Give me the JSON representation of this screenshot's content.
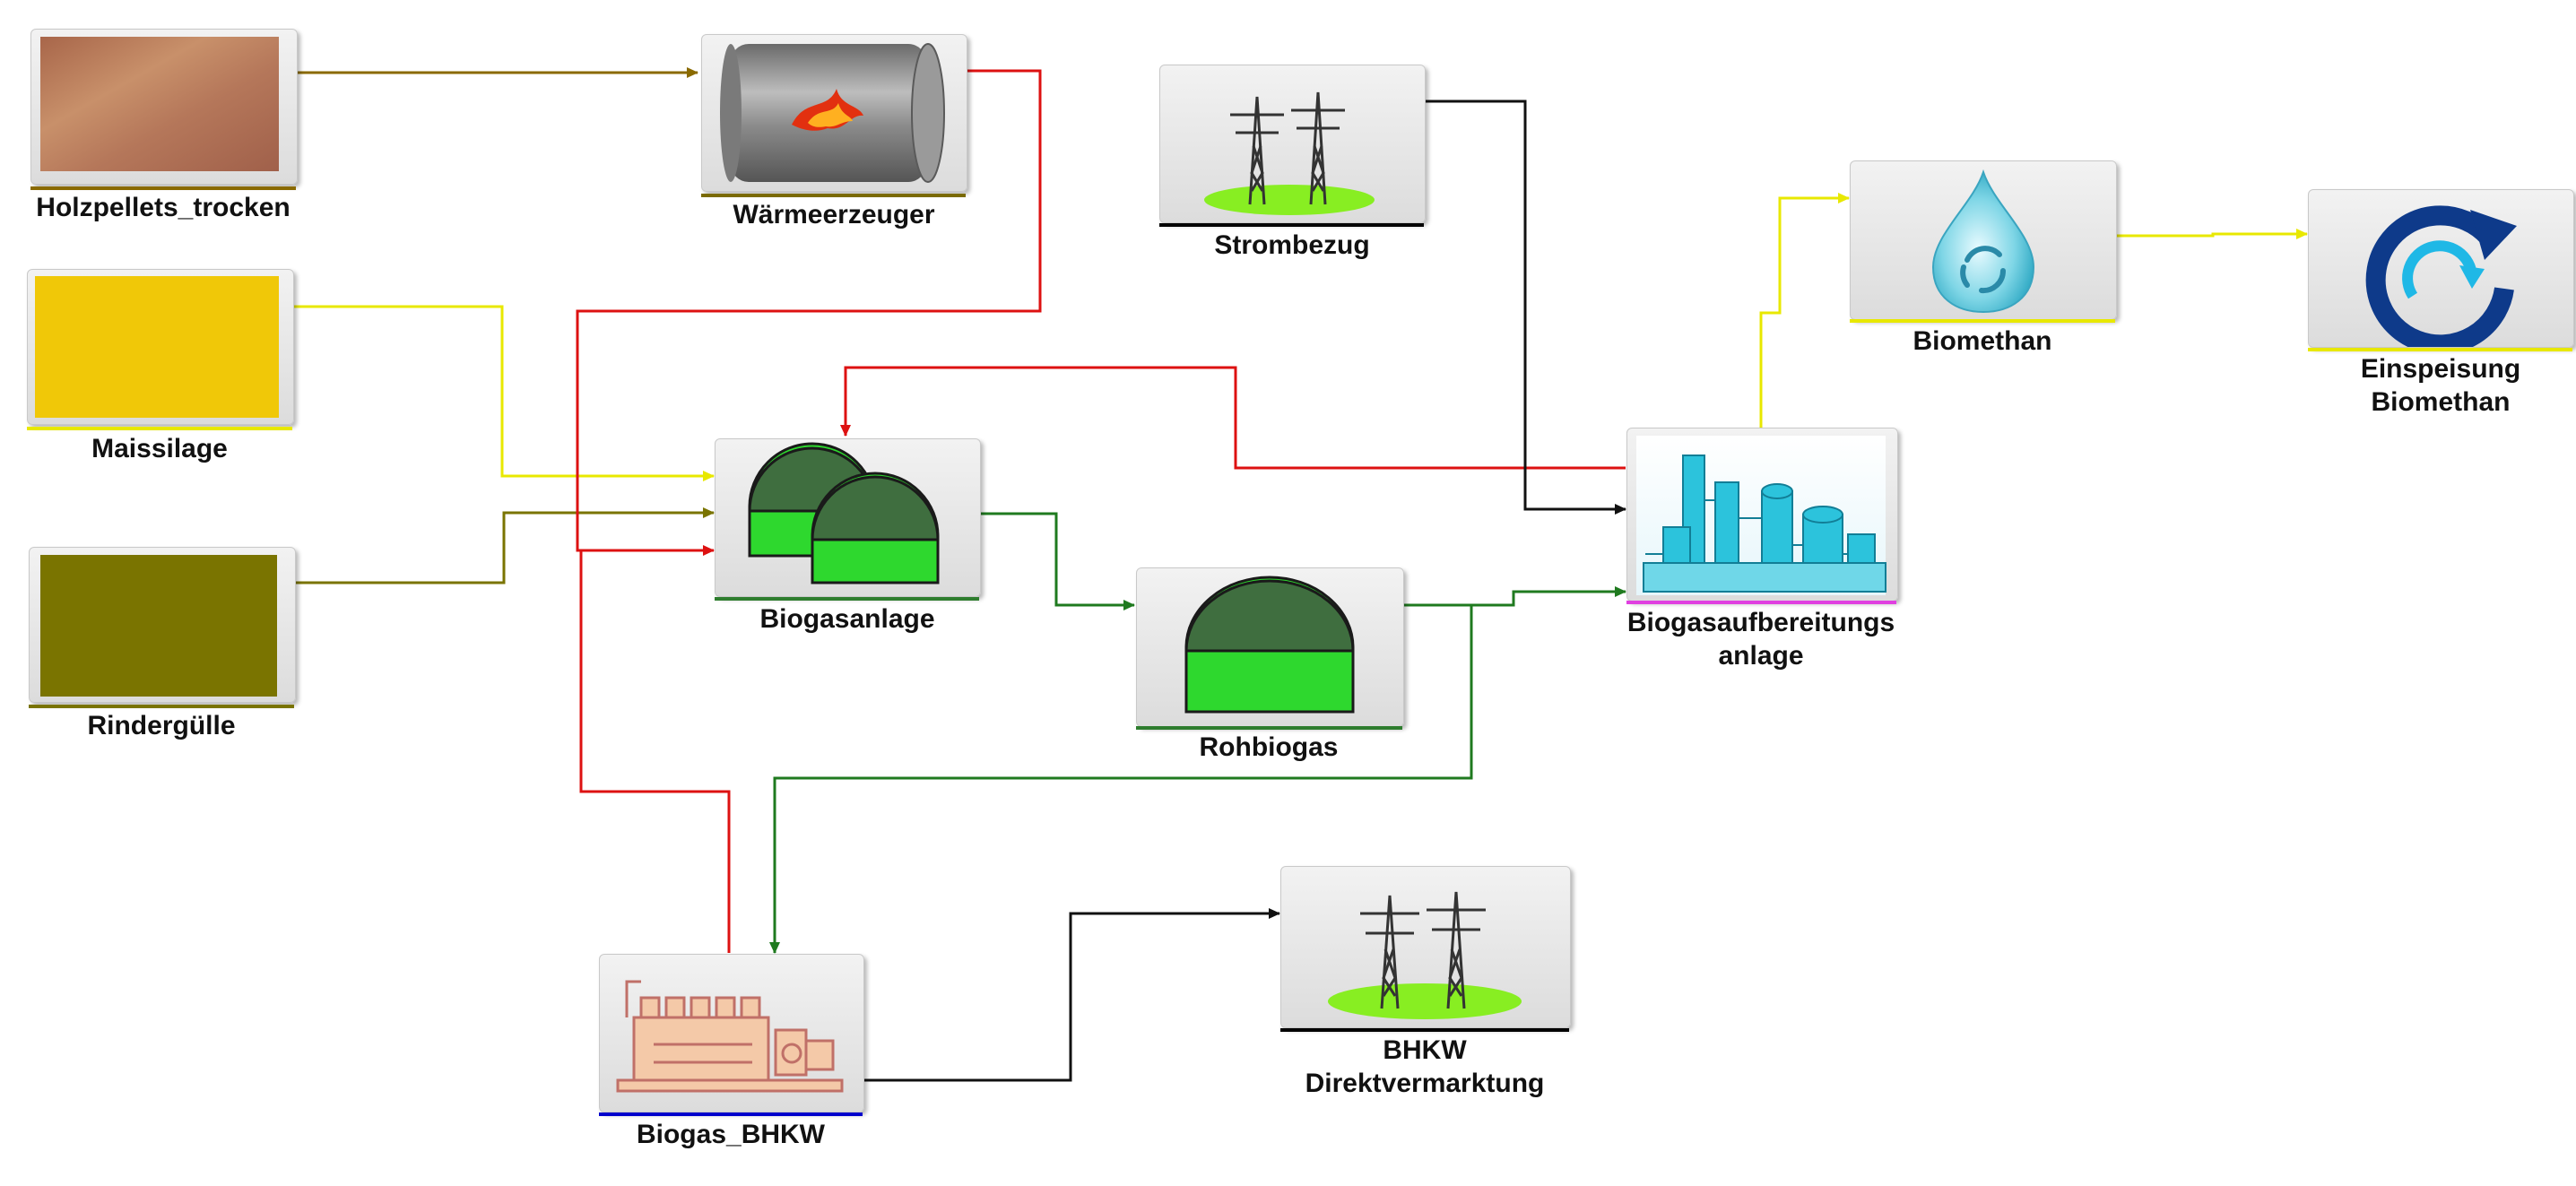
{
  "nodes": {
    "holzpellets": {
      "label": "Holzpellets_trocken",
      "icon": "wood-texture-icon",
      "underline_color": "#8a6a00"
    },
    "maissilage": {
      "label": "Maissilage",
      "icon": "yellow-swatch-icon",
      "underline_color": "#e8e800"
    },
    "rindergulle": {
      "label": "Rindergülle",
      "icon": "olive-swatch-icon",
      "underline_color": "#7a7400"
    },
    "waermeerzeuger": {
      "label": "Wärmeerzeuger",
      "icon": "boiler-flame-icon",
      "underline_color": "#7a6a00"
    },
    "strombezug": {
      "label": "Strombezug",
      "icon": "power-pylon-icon",
      "underline_color": "#000000"
    },
    "biogasanlage": {
      "label": "Biogasanlage",
      "icon": "digester-tanks-icon",
      "underline_color": "#2e7d2e"
    },
    "rohbiogas": {
      "label": "Rohbiogas",
      "icon": "gas-tank-icon",
      "underline_color": "#2e7d2e"
    },
    "aufbereitung": {
      "label_line1": "Biogasaufbereitungs",
      "label_line2": "anlage",
      "icon": "industrial-plant-icon",
      "underline_color": "#e040e0"
    },
    "biomethan": {
      "label": "Biomethan",
      "icon": "water-drop-icon",
      "underline_color": "#e8e800"
    },
    "einspeisung": {
      "label_line1": "Einspeisung",
      "label_line2": "Biomethan",
      "icon": "recycle-arrows-icon",
      "underline_color": "#e8e800"
    },
    "bhkw": {
      "label": "Biogas_BHKW",
      "icon": "engine-generator-icon",
      "underline_color": "#0000cc"
    },
    "direktvermarktung": {
      "label_line1": "BHKW",
      "label_line2": "Direktvermarktung",
      "icon": "power-pylon-icon",
      "underline_color": "#000000"
    }
  },
  "flow_colors": {
    "wood": "#8a6a00",
    "maize": "#e8e800",
    "manure": "#7a7400",
    "heat": "#dd1111",
    "electricity": "#111111",
    "biogas": "#1f7a1f",
    "biomethane": "#e8e800"
  }
}
